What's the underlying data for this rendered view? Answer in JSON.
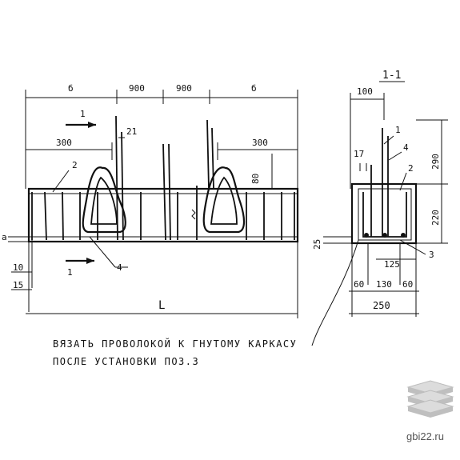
{
  "front_view": {
    "dim_top": [
      "б",
      "900",
      "900",
      "б"
    ],
    "dim_300_left": "300",
    "dim_300_right": "300",
    "dim_80": "80",
    "dim_10": "10",
    "dim_15": "15",
    "dim_a": "а",
    "dim_L": "L",
    "pos_21": "21",
    "pos_2": "2",
    "pos_4": "4",
    "section_mark_top": "1",
    "section_mark_bottom": "1"
  },
  "section_view": {
    "title": "1-1",
    "dim_100": "100",
    "dim_290": "290",
    "dim_220": "220",
    "dim_25": "25",
    "dim_17": "17",
    "dim_125": "125",
    "dim_60_left": "60",
    "dim_130": "130",
    "dim_60_right": "60",
    "dim_250": "250",
    "pos_1": "1",
    "pos_4": "4",
    "pos_2": "2",
    "pos_3": "3"
  },
  "note": {
    "line1": "ВЯЗАТЬ ПРОВОЛОКОЙ К ГНУТОМУ КАРКАСУ",
    "line2": "ПОСЛЕ УСТАНОВКИ ПОЗ.3"
  },
  "watermark": {
    "text": "gbi22.ru",
    "icon": "stacked-slabs-icon"
  }
}
